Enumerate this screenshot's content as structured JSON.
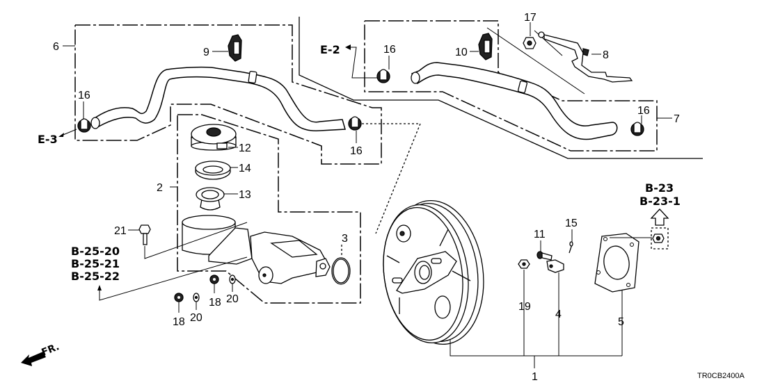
{
  "diagram": {
    "code": "TR0CB2400A",
    "front_indicator": "FR.",
    "colors": {
      "line": "#000000",
      "background": "#ffffff"
    },
    "callouts": [
      {
        "id": "c1",
        "label": "1"
      },
      {
        "id": "c2",
        "label": "2"
      },
      {
        "id": "c3",
        "label": "3"
      },
      {
        "id": "c4",
        "label": "4"
      },
      {
        "id": "c5",
        "label": "5"
      },
      {
        "id": "c6",
        "label": "6"
      },
      {
        "id": "c7",
        "label": "7"
      },
      {
        "id": "c8",
        "label": "8"
      },
      {
        "id": "c9",
        "label": "9"
      },
      {
        "id": "c10",
        "label": "10"
      },
      {
        "id": "c11",
        "label": "11"
      },
      {
        "id": "c12",
        "label": "12"
      },
      {
        "id": "c13",
        "label": "13"
      },
      {
        "id": "c14",
        "label": "14"
      },
      {
        "id": "c15",
        "label": "15"
      },
      {
        "id": "c16a",
        "label": "16"
      },
      {
        "id": "c16b",
        "label": "16"
      },
      {
        "id": "c16c",
        "label": "16"
      },
      {
        "id": "c16d",
        "label": "16"
      },
      {
        "id": "c17",
        "label": "17"
      },
      {
        "id": "c18a",
        "label": "18"
      },
      {
        "id": "c18b",
        "label": "18"
      },
      {
        "id": "c19",
        "label": "19"
      },
      {
        "id": "c20a",
        "label": "20"
      },
      {
        "id": "c20b",
        "label": "20"
      },
      {
        "id": "c21",
        "label": "21"
      }
    ],
    "references": {
      "e3": "E-3",
      "e2": "E-2",
      "b23": "B-23",
      "b23_1": "B-23-1",
      "b25_20": "B-25-20",
      "b25_21": "B-25-21",
      "b25_22": "B-25-22"
    }
  }
}
